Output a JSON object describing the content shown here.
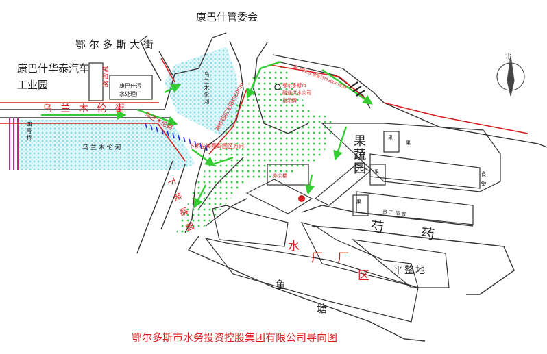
{
  "map": {
    "labels": {
      "kangbashi_committee": "康巴什管委会",
      "erdos_street": "鄂 尔 多 斯 大 街",
      "huatai_park": "康巴什华泰汽车\n工业园",
      "weihe_road": "尾和路",
      "sewage_plant": "康巴什污\n水处理厂",
      "wulanmulun_street": "乌 兰 木 伦 街",
      "wulanmulun_river_top": "乌兰木伦河",
      "wulanmulun_river_left": "乌 兰 木 伦 河",
      "wulanmulun_road": "乌兰木伦路",
      "bridge_4": "四号桥",
      "erdos_water_supply": "鄂尔多斯市\n融通供水公司\n指示牌",
      "downstream_note": "下桥左转两岭园区方向",
      "main_road_600m": "两岭园区主路约600m",
      "east_road_note": "第一路口上坡直行约300m左转",
      "orchard": "果蔬园",
      "herbs": "芍 药",
      "water_factory_1": "水",
      "water_factory_2": "厂 厂",
      "water_factory_3": "区",
      "fish_pond_1": "鱼",
      "fish_pond_2": "塘",
      "pingzhengdi": "平整地",
      "dorm": "员 工 宿 舍",
      "canteen": "食 堂",
      "road_left": "下 坡 路 面",
      "north": "北",
      "guo1": "果",
      "guo2": "果",
      "guo3": "果",
      "guo4": "果",
      "office": "办公楼"
    },
    "footer_title": "鄂尔多斯市水务投资控股集团有限公司导向图",
    "colors": {
      "route_green": "#33cc33",
      "accent_red": "#d81e1e",
      "title_red": "#d81e1e",
      "river_cyan": "#aee9f0",
      "dot_green": "#2ecc40",
      "railing_blue": "#2b2bd9",
      "stripe_magenta": "#d01e8a"
    }
  }
}
